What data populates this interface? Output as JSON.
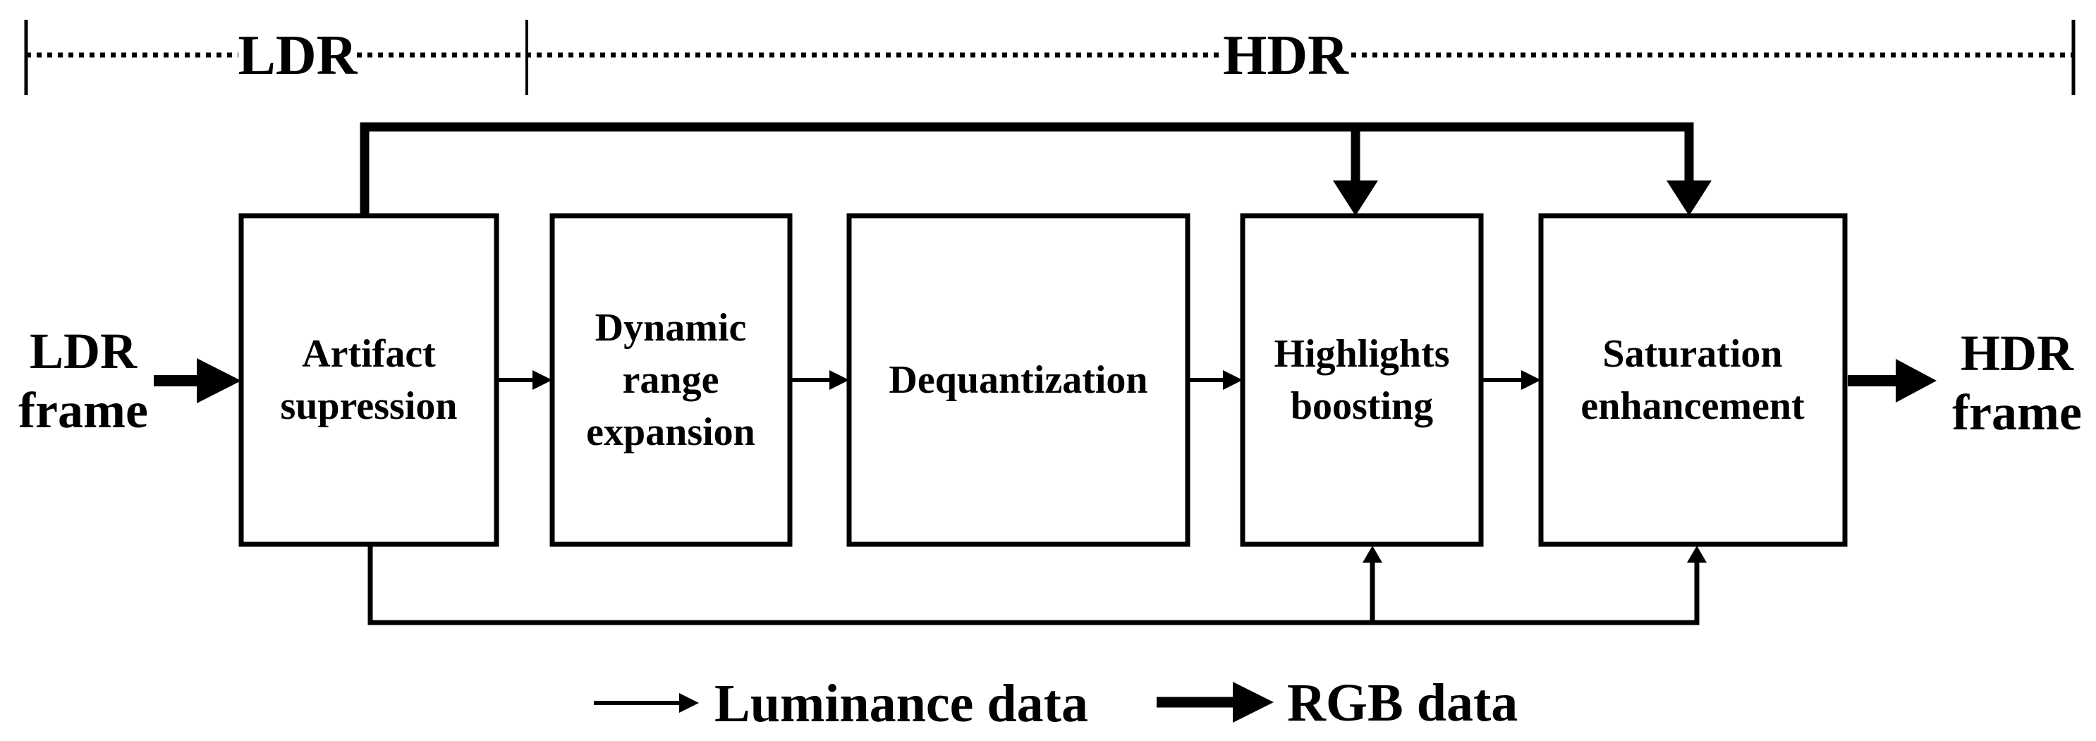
{
  "regions": {
    "ldr_label": "LDR",
    "hdr_label": "HDR"
  },
  "input": {
    "lines": [
      "LDR",
      "frame"
    ]
  },
  "output": {
    "lines": [
      "HDR",
      "frame"
    ]
  },
  "pipeline": [
    {
      "id": "artifact-suppression",
      "lines": [
        "Artifact",
        "supression"
      ]
    },
    {
      "id": "dynamic-range-expansion",
      "lines": [
        "Dynamic",
        "range",
        "expansion"
      ]
    },
    {
      "id": "dequantization",
      "lines": [
        "Dequantization"
      ]
    },
    {
      "id": "highlights-boosting",
      "lines": [
        "Highlights",
        "boosting"
      ]
    },
    {
      "id": "saturation-enhancement",
      "lines": [
        "Saturation",
        "enhancement"
      ]
    }
  ],
  "legend": [
    {
      "type": "thin-arrow",
      "label": "Luminance data"
    },
    {
      "type": "thick-arrow",
      "label": "RGB data"
    }
  ],
  "colors": {
    "ink": "#000000",
    "background": "#ffffff"
  }
}
